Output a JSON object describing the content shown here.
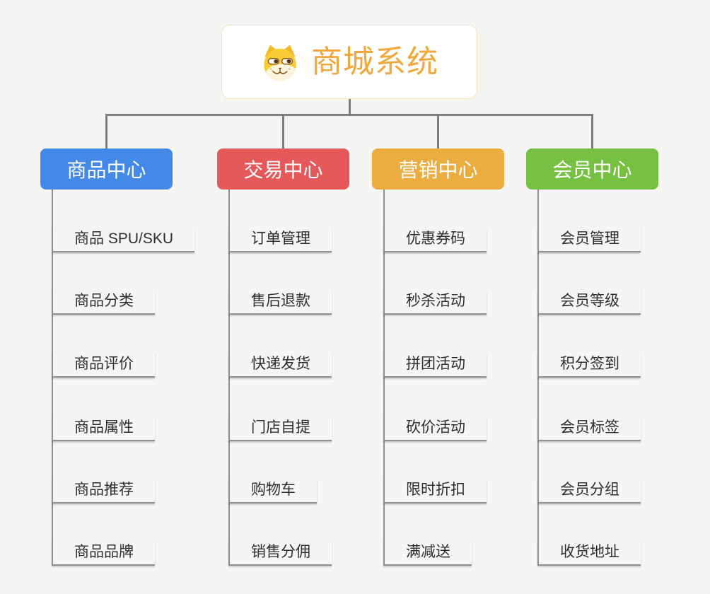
{
  "root": {
    "title": "商城系统",
    "icon": "doge-icon"
  },
  "branches": [
    {
      "label": "商品中心",
      "color": "#4489e8",
      "items": [
        "商品 SPU/SKU",
        "商品分类",
        "商品评价",
        "商品属性",
        "商品推荐",
        "商品品牌"
      ]
    },
    {
      "label": "交易中心",
      "color": "#e5595b",
      "items": [
        "订单管理",
        "售后退款",
        "快递发货",
        "门店自提",
        "购物车",
        "销售分佣"
      ]
    },
    {
      "label": "营销中心",
      "color": "#ebad3f",
      "items": [
        "优惠券码",
        "秒杀活动",
        "拼团活动",
        "砍价活动",
        "限时折扣",
        "满减送"
      ]
    },
    {
      "label": "会员中心",
      "color": "#77c142",
      "items": [
        "会员管理",
        "会员等级",
        "积分签到",
        "会员标签",
        "会员分组",
        "收货地址"
      ]
    }
  ],
  "colors": {
    "background": "#f5f5f4",
    "connector": "#7d7d7d",
    "underline": "#8f8f8f",
    "item_text": "#2e2e2e",
    "root_title": "#f0a73b",
    "root_border": "#f2c566",
    "node_text": "#ffffff"
  }
}
